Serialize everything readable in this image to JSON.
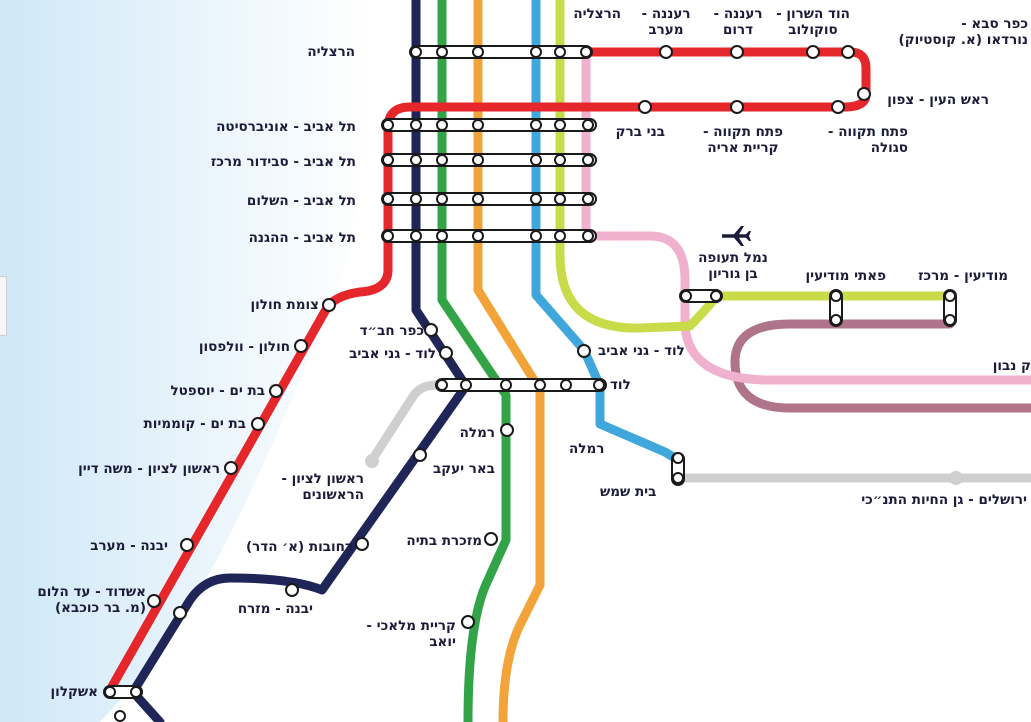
{
  "lines": {
    "red": "#e5262b",
    "navy": "#1f2557",
    "green": "#32a447",
    "orange": "#f2a43a",
    "blue": "#3fa7dc",
    "lime": "#c8dc4a",
    "pink": "#f0b1cf",
    "mauve": "#b0748a",
    "gray": "#cfcfcf"
  },
  "colors": {
    "sea_light": "#ffffff",
    "sea_dark": "#cfe8f7",
    "station_fill": "#ffffff",
    "station_stroke": "#1a1a1a",
    "label_text": "#1c1c3a"
  },
  "icons": {
    "airport": "airplane-icon"
  },
  "stations": {
    "herzliya_west": "הרצליה",
    "herzliya_top": "הרצליה",
    "raanana_west": [
      "רעננה -",
      "מערב"
    ],
    "raanana_south": [
      "רעננה -",
      "דרום"
    ],
    "hod_hasharon": [
      "הוד השרון -",
      "סוקולוב"
    ],
    "kfar_saba": [
      "כפר סבא -",
      "נורדאו (א. קוסטיוק)"
    ],
    "rosh_haayin": "ראש העין - צפון",
    "bnei_brak": "בני ברק",
    "pt_kiryat_arye": [
      "פתח תקווה -",
      "קריית אריה"
    ],
    "pt_segula": [
      "פתח תקווה -",
      "סגולה"
    ],
    "ta_university": "תל אביב - אוניברסיטה",
    "ta_savidor": "תל אביב - סבידור מרכז",
    "ta_hashalom": "תל אביב - השלום",
    "ta_hahagana": "תל אביב - ההגנה",
    "airport": [
      "נמל תעופה",
      "בן גוריון"
    ],
    "paatei_modiin": "פאתי מודיעין",
    "modiin_center": "מודיעין - מרכז",
    "navon": "ק נבון",
    "holon_junction": "צומת חולון",
    "holon_wolfson": "חולון - וולפסון",
    "bat_yam_yoseftal": "בת ים - יוספטל",
    "bat_yam_komemiyut": "בת ים - קוממיות",
    "rishon_moshe_dayan": "ראשון לציון - משה דיין",
    "kfar_chabad": "כפר חב״ד",
    "lod_ganei_aviv_w": "לוד - גני אביב",
    "lod_ganei_aviv_e": "לוד - גני אביב",
    "lod": "לוד",
    "ramla_w": "רמלה",
    "ramla_e": "רמלה",
    "beer_yaakov": "באר יעקב",
    "rishon_harishonim": [
      "ראשון לציון -",
      "הראשונים"
    ],
    "beit_shemesh": "בית שמש",
    "jerusalem": "ירושלים - גן החיות התנ״כי",
    "yavne_west": "יבנה - מערב",
    "rehovot": "רחובות (א׳ הדר)",
    "mazkeret_batya": "מזכרת בתיה",
    "ashdod": [
      "אשדוד - עד הלום",
      "(מ. בר כוכבא)"
    ],
    "yavne_east": "יבנה - מזרח",
    "kiryat_malachi": [
      "קריית מלאכי -",
      "יואב"
    ],
    "ashkelon": "אשקלון"
  }
}
